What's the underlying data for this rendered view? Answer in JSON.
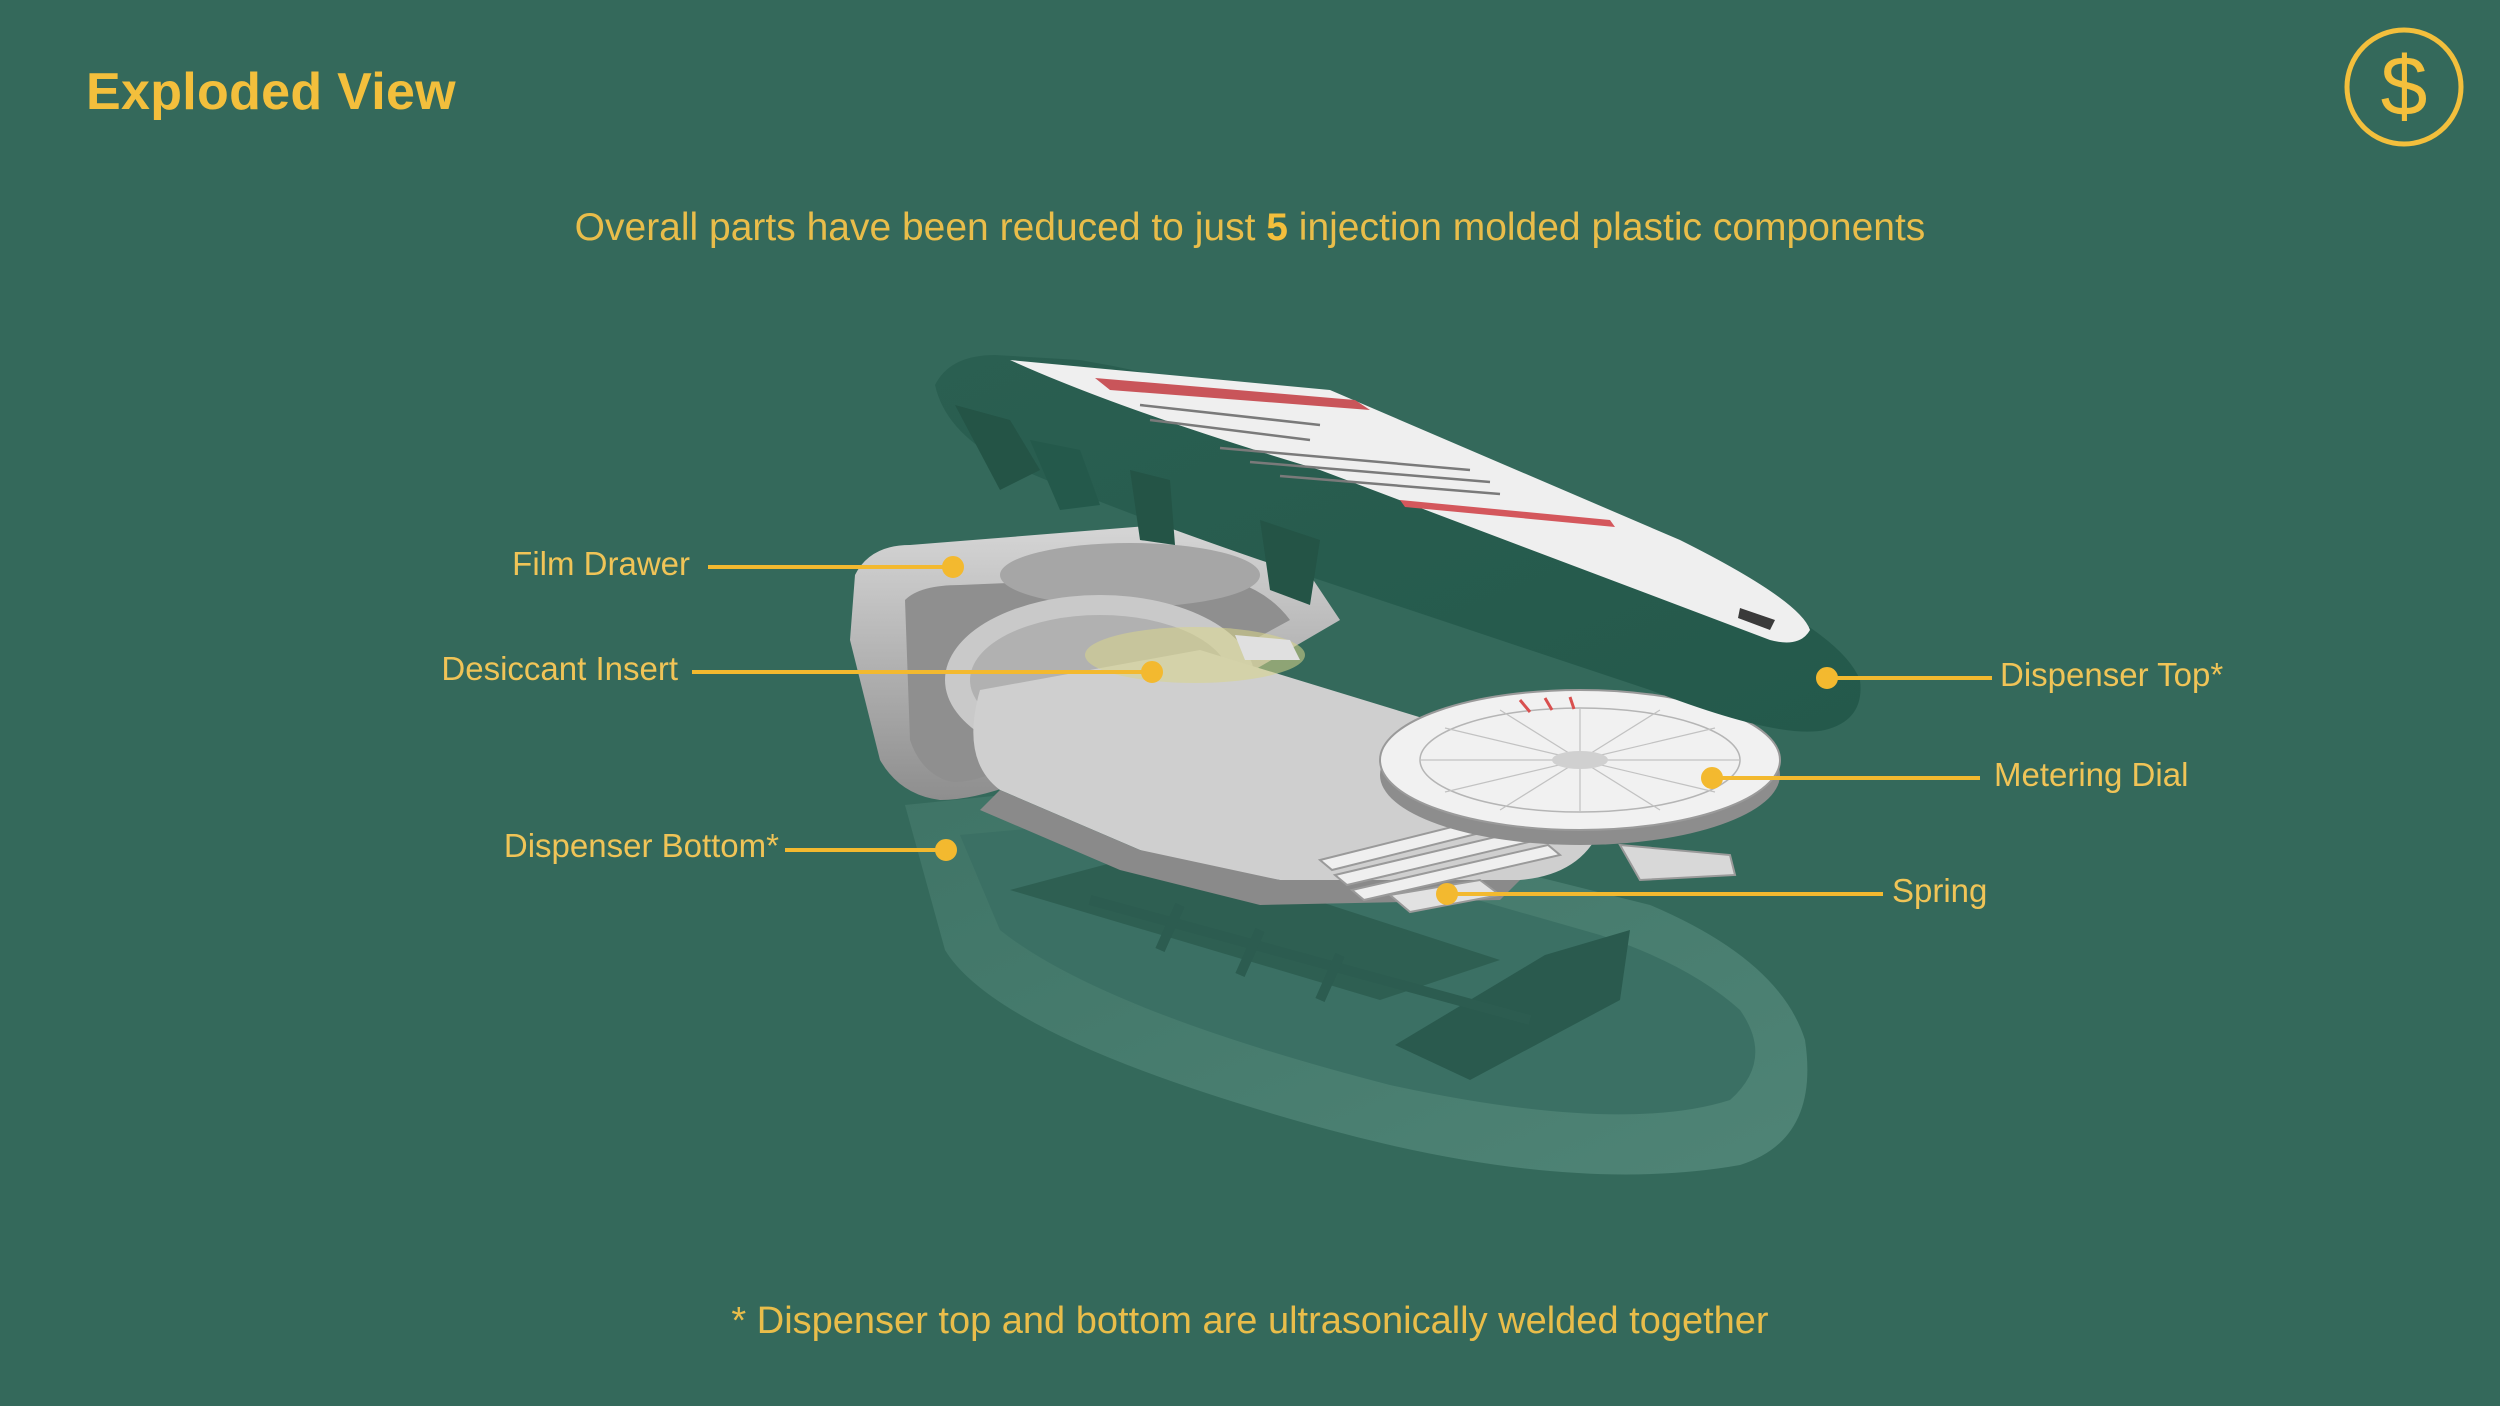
{
  "title": "Exploded View",
  "subtitle": {
    "before": "Overall parts have been reduced to just ",
    "count": "5",
    "after": " injection molded plastic components"
  },
  "logo": {
    "icon": "dollar-circle-icon",
    "glyph": "$"
  },
  "labels": {
    "film_drawer": "Film Drawer",
    "desiccant_insert": "Desiccant Insert",
    "dispenser_bottom": "Dispenser Bottom*",
    "dispenser_top": "Dispenser Top*",
    "metering_dial": "Metering Dial",
    "spring": "Spring"
  },
  "footnote": "* Dispenser top and bottom are ultrasonically welded together",
  "colors": {
    "background": "#34695b",
    "accent": "#f3bf3c",
    "part_green": "#2f6456",
    "part_gray": "#b9b9b9"
  }
}
